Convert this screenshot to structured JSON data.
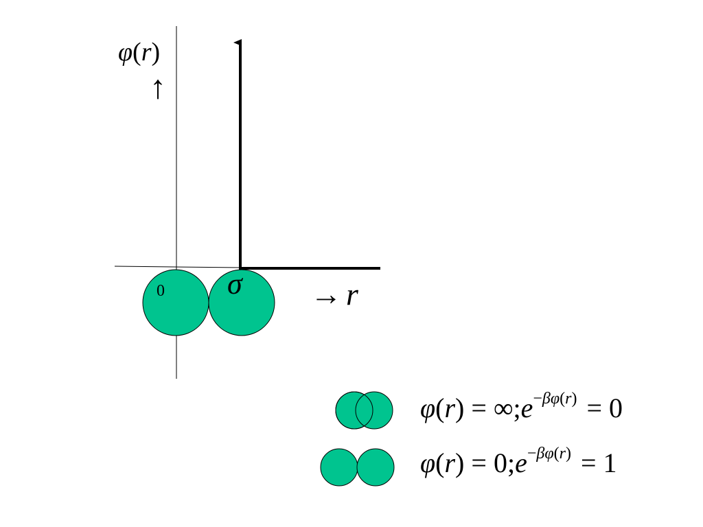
{
  "diagram": {
    "y_axis": {
      "symbol": "φ",
      "paren_open": "(",
      "variable": "r",
      "paren_close": ")",
      "arrow": "↑"
    },
    "origin_label": "0",
    "sigma_label": "σ",
    "x_axis": {
      "arrow": "→",
      "variable": "r"
    },
    "colors": {
      "sphere_fill": "#00c48f",
      "sphere_stroke": "#000000",
      "axis": "#000000"
    }
  },
  "legend": [
    {
      "phi": "φ",
      "lp": "(",
      "r": "r",
      "rp": ")",
      "eq": "=",
      "value": "∞",
      "sep": ";",
      "e": "e",
      "minus": "−",
      "beta": "β",
      "phi2": "φ",
      "lp2": "(",
      "r2": "r",
      "rp2": ")",
      "eq2": "=",
      "result": "0"
    },
    {
      "phi": "φ",
      "lp": "(",
      "r": "r",
      "rp": ")",
      "eq": "=",
      "value": "0",
      "sep": ";",
      "e": "e",
      "minus": "−",
      "beta": "β",
      "phi2": "φ",
      "lp2": "(",
      "r2": "r",
      "rp2": ")",
      "eq2": "=",
      "result": "1"
    }
  ]
}
